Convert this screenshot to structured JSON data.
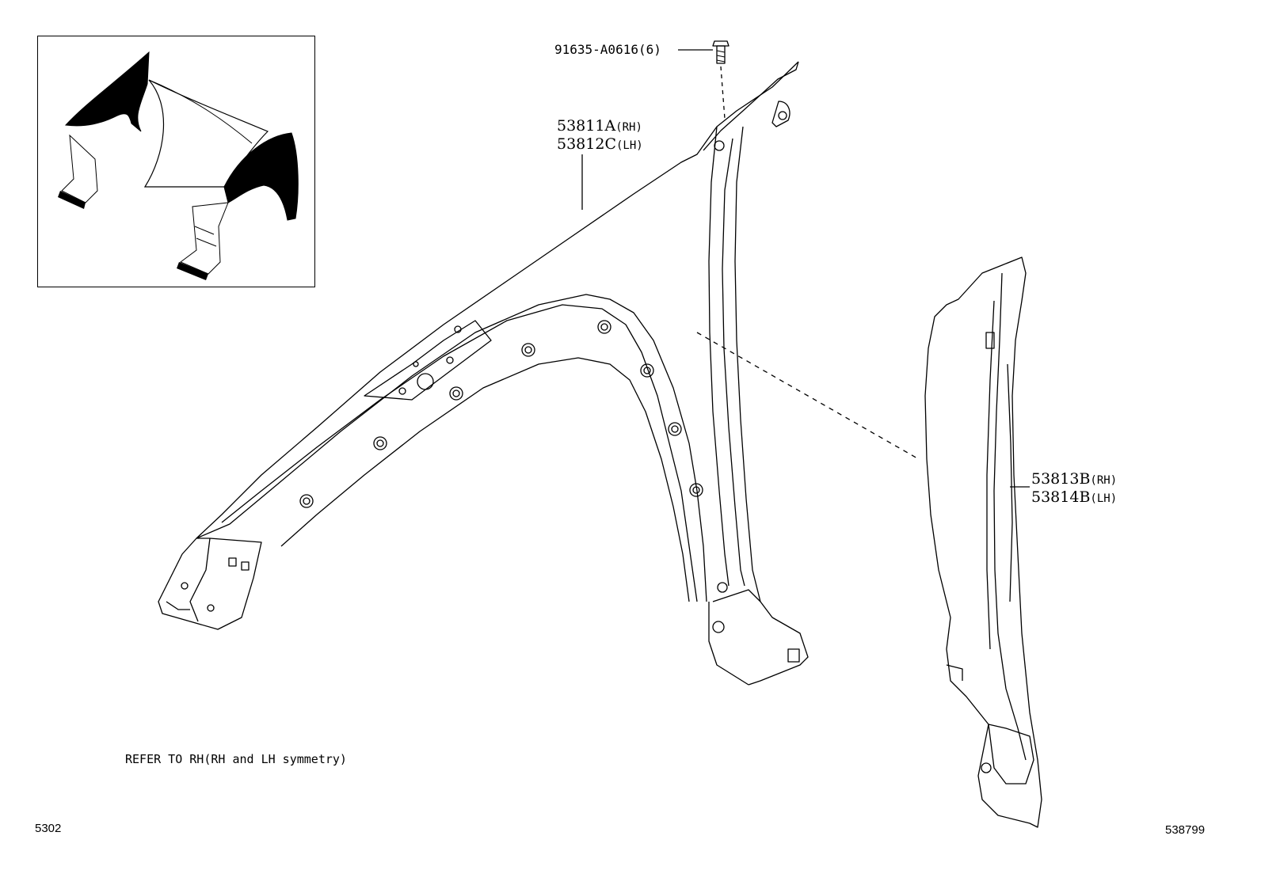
{
  "callouts": {
    "bolt": "91635-A0616(6)",
    "fender_rh": "53811A",
    "fender_rh_side": "(RH)",
    "fender_lh": "53812C",
    "fender_lh_side": "(LH)",
    "liner_rh": "53813B",
    "liner_rh_side": "(RH)",
    "liner_lh": "53814B",
    "liner_lh_side": "(LH)"
  },
  "note": "REFER TO RH(RH and LH symmetry)",
  "footer": {
    "left_code": "5302",
    "right_code": "538799"
  }
}
